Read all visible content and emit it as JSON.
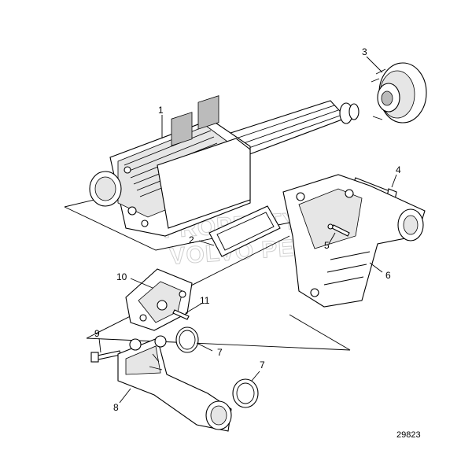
{
  "diagram": {
    "figure_number": "29823",
    "watermark": [
      "PROPERTY OF",
      "VOLVO PENTA"
    ],
    "callouts": {
      "c1": "1",
      "c2": "2",
      "c3": "3",
      "c4": "4",
      "c5": "5",
      "c6": "6",
      "c7a": "7",
      "c7b": "7",
      "c8": "8",
      "c9": "9",
      "c10": "10",
      "c11": "11"
    }
  }
}
